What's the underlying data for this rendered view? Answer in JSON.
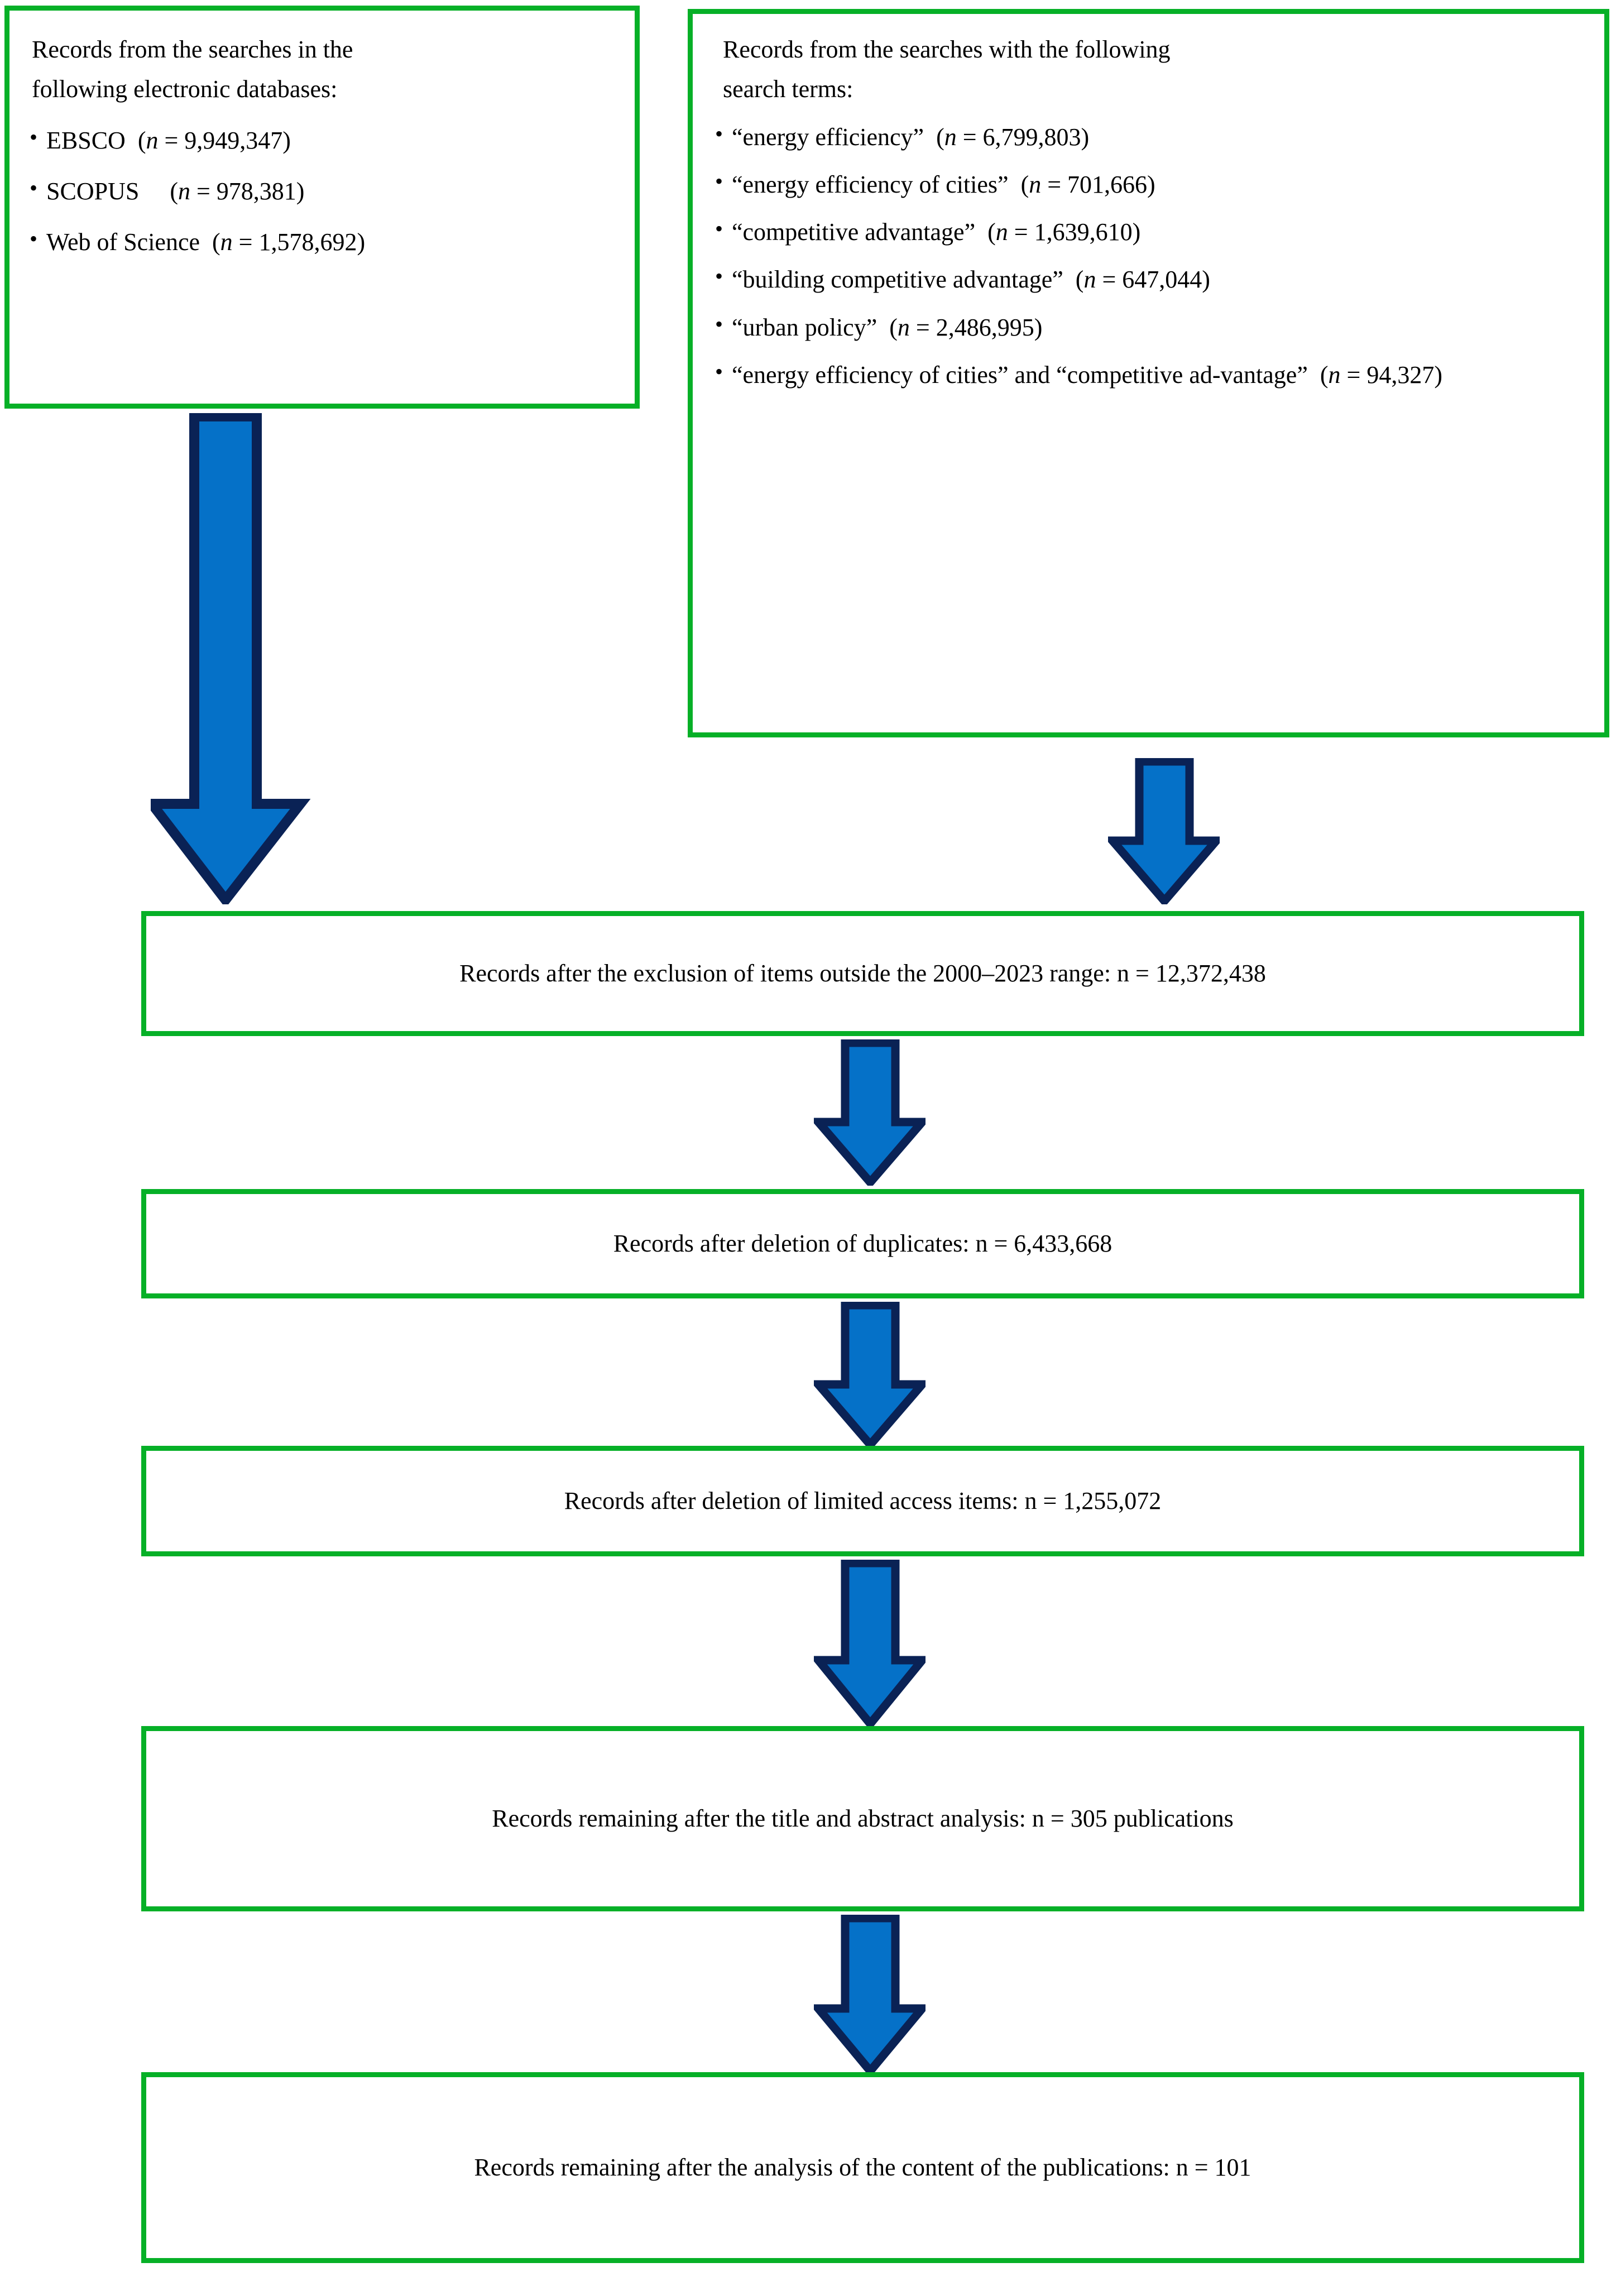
{
  "colors": {
    "box_border_green": "#06B027",
    "arrow_fill_blue": "#0571C8",
    "arrow_outline_navy": "#0A2255",
    "text": "#000000",
    "background": "#FFFFFF"
  },
  "diagram": {
    "type": "prisma-flow-diagram",
    "sources_box": {
      "header": "Records from the searches in the",
      "header2": "following electronic databases:",
      "items": [
        {
          "label": "EBSCO",
          "n_prefix": "(",
          "n_var": "n",
          "n_value": "= 9,949,347)"
        },
        {
          "label": "SCOPUS",
          "n_prefix": "(",
          "n_var": "n",
          "n_value": "= 978,381)"
        },
        {
          "label": "Web of Science",
          "n_prefix": "(",
          "n_var": "n",
          "n_value": "= 1,578,692)"
        }
      ]
    },
    "terms_box": {
      "header": "Records from the searches with the following",
      "header2": "search terms:",
      "items": [
        {
          "label": "“energy efficiency”",
          "n_var": "n",
          "n_value": "= 6,799,803)"
        },
        {
          "label": "“energy efficiency of cities”",
          "n_var": "n",
          "n_value": "= 701,666)"
        },
        {
          "label": "“competitive advantage”",
          "n_var": "n",
          "n_value": "= 1,639,610)"
        },
        {
          "label": "“building competitive advantage”",
          "n_var": "n",
          "n_value": "= 647,044)"
        },
        {
          "label": "“urban policy”",
          "n_var": "n",
          "n_value": "= 2,486,995)"
        },
        {
          "label": "“energy efficiency of cities” and “competitive ad-vantage”",
          "n_var": "n",
          "n_value": "= 94,327)"
        }
      ]
    },
    "stages": [
      {
        "id": "range",
        "text": "Records after the exclusion of items outside the 2000–2023 range: n = 12,372,438"
      },
      {
        "id": "dupes",
        "text": "Records after deletion of duplicates: n = 6,433,668"
      },
      {
        "id": "access",
        "text": "Records after deletion of limited access items: n = 1,255,072"
      },
      {
        "id": "title",
        "text": "Records remaining after the title and abstract analysis: n = 305 publications"
      },
      {
        "id": "final",
        "text": "Records remaining after the analysis of the content of the publications: n = 101"
      }
    ],
    "arrows": [
      {
        "id": "arrow-databases-to-range",
        "from": "sources_box",
        "to": "range"
      },
      {
        "id": "arrow-terms-to-range",
        "from": "terms_box",
        "to": "range"
      },
      {
        "id": "arrow-range-to-dupes",
        "from": "range",
        "to": "dupes"
      },
      {
        "id": "arrow-dupes-to-access",
        "from": "dupes",
        "to": "access"
      },
      {
        "id": "arrow-access-to-title",
        "from": "access",
        "to": "title"
      },
      {
        "id": "arrow-title-to-final",
        "from": "title",
        "to": "final"
      }
    ]
  }
}
